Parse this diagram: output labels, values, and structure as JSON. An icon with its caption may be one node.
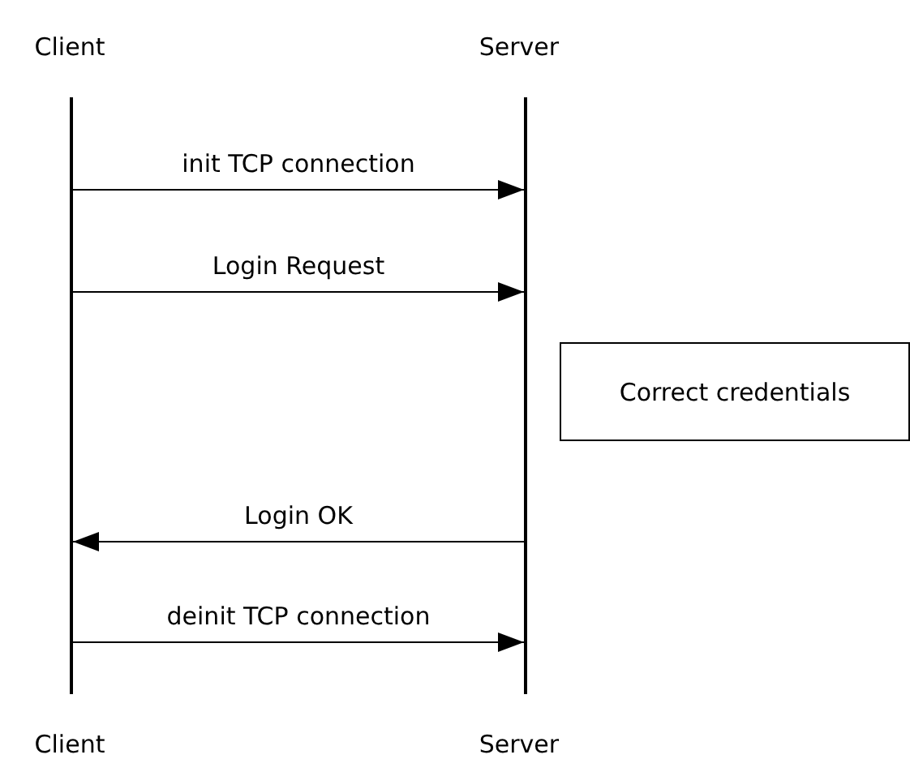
{
  "diagram": {
    "nodes": [
      {
        "text": [
          "Client"
        ]
      },
      {
        "text": [
          "Server"
        ]
      },
      {
        "text": [],
        "shape": "bar"
      },
      {
        "text": [],
        "shape": "bar"
      },
      {
        "text": [
          "Correct credentials"
        ]
      },
      {
        "text": [
          "Client"
        ]
      },
      {
        "text": [
          "Server"
        ]
      }
    ],
    "edges": [
      {
        "from": 2,
        "to": 3,
        "arrow": "to",
        "label": "init TCP connection"
      },
      {
        "from": 2,
        "to": 3,
        "arrow": "to",
        "label": "Login Request"
      },
      {
        "from": 3,
        "to": 2,
        "arrow": "to",
        "label": "Login OK"
      },
      {
        "from": 2,
        "to": 3,
        "arrow": "to",
        "label": "deinit TCP connection"
      }
    ]
  }
}
